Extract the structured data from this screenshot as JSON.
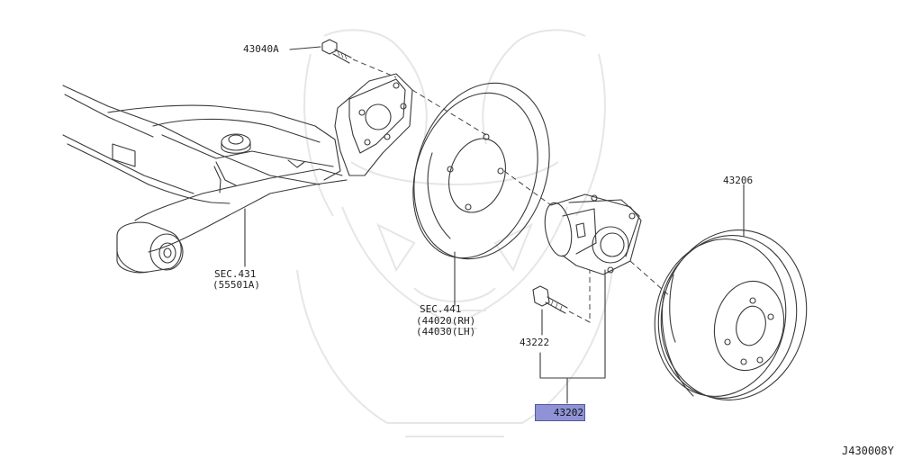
{
  "labels": {
    "bolt_top": "43040A",
    "sec431_a": "SEC.431",
    "sec431_b": "(55501A)",
    "sec441_a": "SEC.441",
    "sec441_b": "(44020(RH)",
    "sec441_c": "(44030(LH)",
    "drum": "43206",
    "bolt_hub": "43222",
    "hub_assembly": "43202",
    "diagram_code": "J430008Y"
  },
  "colors": {
    "highlight": "#8f93d6",
    "line": "#3a3a3a",
    "watermark": "#e6e6e6"
  },
  "icons": {
    "watermark": "samurai-helmet-watermark"
  }
}
